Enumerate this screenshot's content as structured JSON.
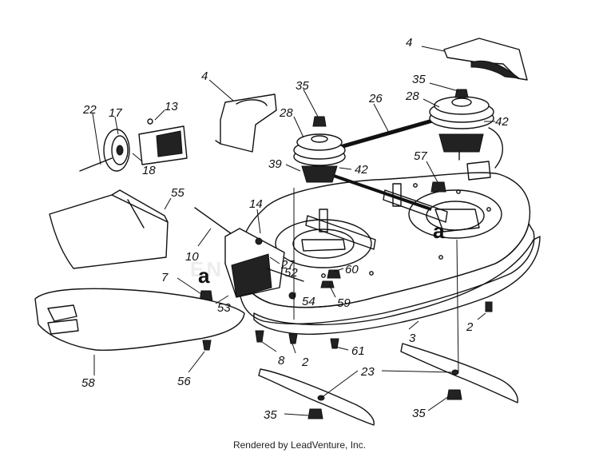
{
  "callouts": {
    "c4a": "4",
    "c4b": "4",
    "c35a": "35",
    "c35b": "35",
    "c35c": "35",
    "c35d": "35",
    "c26": "26",
    "c28a": "28",
    "c28b": "28",
    "c42a": "42",
    "c42b": "42",
    "c22": "22",
    "c17": "17",
    "c13": "13",
    "c18": "18",
    "c39": "39",
    "c57": "57",
    "c55": "55",
    "c14": "14",
    "c10": "10",
    "c27": "27",
    "c60": "60",
    "c52": "52",
    "c7": "7",
    "c53": "53",
    "c54": "54",
    "c59": "59",
    "c3": "3",
    "c2a": "2",
    "c2b": "2",
    "c8": "8",
    "c61": "61",
    "c58": "58",
    "c56": "56",
    "c23": "23"
  },
  "letters": {
    "a1": "a",
    "a2": "a"
  },
  "watermark": "ENTURE",
  "footer": "Rendered by LeadVenture, Inc."
}
